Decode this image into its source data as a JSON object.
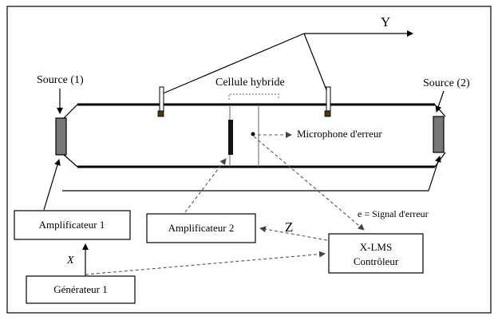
{
  "labels": {
    "axis_y": "Y",
    "source1": "Source (1)",
    "source2": "Source (2)",
    "cellule": "Cellule hybride",
    "microphone": "Microphone d'erreur",
    "signal_erreur": "e = Signal d'erreur",
    "z": "Z",
    "x": "X"
  },
  "boxes": {
    "amplificateur1": "Amplificateur 1",
    "amplificateur2": "Amplificateur 2",
    "controleur_line1": "X-LMS",
    "controleur_line2": "Contrôleur",
    "generateur1": "Générateur 1"
  }
}
